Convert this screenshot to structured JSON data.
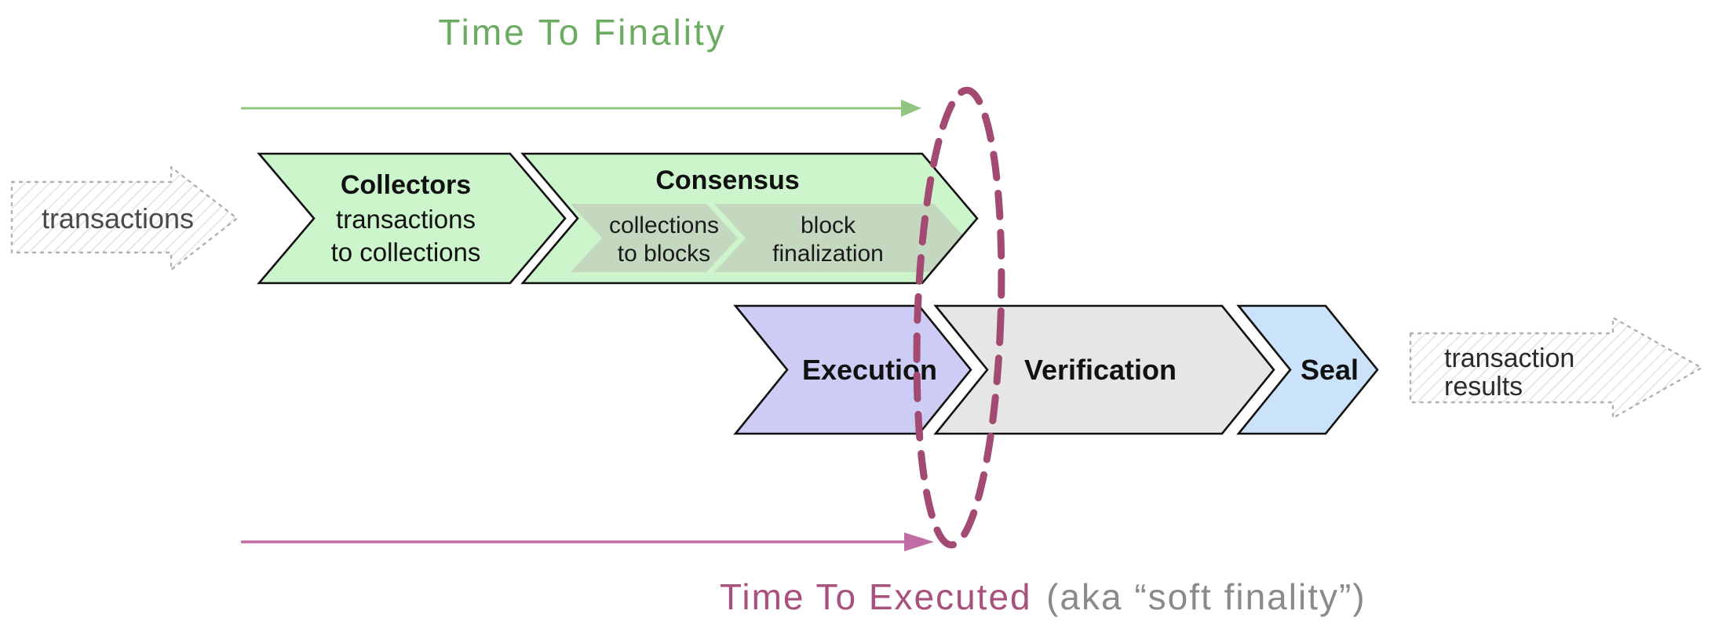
{
  "diagram": {
    "top_flow": {
      "title": "Time To Finality",
      "arrow_color": "#90c57f",
      "title_color": "#6cab62"
    },
    "bottom_flow": {
      "title_primary": "Time To Executed",
      "title_secondary": "(aka “soft finality”)",
      "arrow_color": "#c06da6",
      "title_primary_color": "#a8517c",
      "title_secondary_color": "#8a8a8a"
    },
    "boundary_ellipse": {
      "color": "#a24a71",
      "style": "dashed"
    },
    "input_arrow": {
      "label": "transactions",
      "text_color": "#4a4a4a"
    },
    "output_arrow": {
      "label_line1": "transaction",
      "label_line2": "results",
      "text_color": "#2b2b2b"
    },
    "stages": {
      "collectors": {
        "title": "Collectors",
        "line1": "transactions",
        "line2": "to collections",
        "fill": "#ccf5cb"
      },
      "consensus": {
        "title": "Consensus",
        "fill": "#ccf5cb",
        "substage_fill": "#c3d8bf",
        "sub1_line1": "collections",
        "sub1_line2": "to blocks",
        "sub2_line1": "block",
        "sub2_line2": "finalization"
      },
      "execution": {
        "title": "Execution",
        "fill": "#ccccf5"
      },
      "verification": {
        "title": "Verification",
        "fill": "#e6e6e6"
      },
      "seal": {
        "title": "Seal",
        "fill": "#cbe3fa"
      }
    },
    "outline_color": "#111111"
  }
}
